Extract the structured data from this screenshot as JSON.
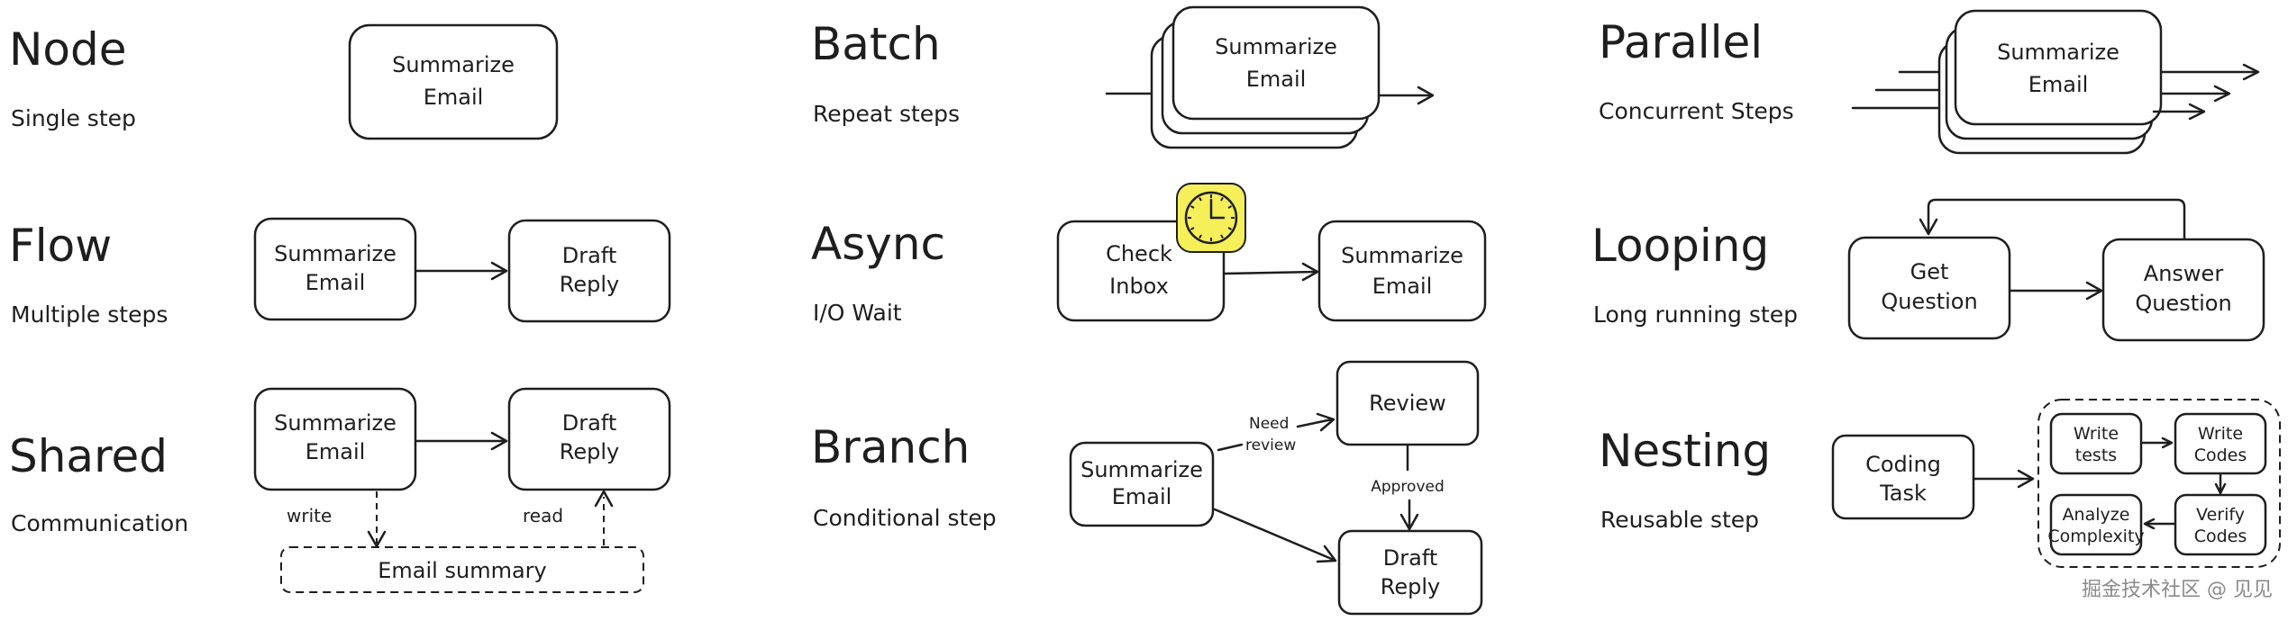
{
  "node": {
    "title": "Node",
    "subtitle": "Single step",
    "box_line1": "Summarize",
    "box_line2": "Email"
  },
  "batch": {
    "title": "Batch",
    "subtitle": "Repeat steps",
    "box_line1": "Summarize",
    "box_line2": "Email"
  },
  "parallel": {
    "title": "Parallel",
    "subtitle": "Concurrent Steps",
    "box_line1": "Summarize",
    "box_line2": "Email"
  },
  "flow": {
    "title": "Flow",
    "subtitle": "Multiple steps",
    "box1_line1": "Summarize",
    "box1_line2": "Email",
    "box2_line1": "Draft",
    "box2_line2": "Reply"
  },
  "async": {
    "title": "Async",
    "subtitle": "I/O Wait",
    "box1_line1": "Check",
    "box1_line2": "Inbox",
    "box2_line1": "Summarize",
    "box2_line2": "Email",
    "clock_icon": "clock-icon",
    "clock_color": "#f5ef5a"
  },
  "looping": {
    "title": "Looping",
    "subtitle": "Long running step",
    "box1_line1": "Get",
    "box1_line2": "Question",
    "box2_line1": "Answer",
    "box2_line2": "Question"
  },
  "shared": {
    "title": "Shared",
    "subtitle": "Communication",
    "box1_line1": "Summarize",
    "box1_line2": "Email",
    "box2_line1": "Draft",
    "box2_line2": "Reply",
    "write_label": "write",
    "read_label": "read",
    "store_label": "Email summary"
  },
  "branch": {
    "title": "Branch",
    "subtitle": "Conditional step",
    "source_line1": "Summarize",
    "source_line2": "Email",
    "review_label": "Review",
    "draft_line1": "Draft",
    "draft_line2": "Reply",
    "need_line1": "Need",
    "need_line2": "review",
    "approved_label": "Approved"
  },
  "nesting": {
    "title": "Nesting",
    "subtitle": "Reusable step",
    "task_line1": "Coding",
    "task_line2": "Task",
    "inner1_line1": "Write",
    "inner1_line2": "tests",
    "inner2_line1": "Write",
    "inner2_line2": "Codes",
    "inner3_line1": "Verify",
    "inner3_line2": "Codes",
    "inner4_line1": "Analyze",
    "inner4_line2": "Complexity"
  },
  "watermark": "掘金技术社区 @ 见见"
}
